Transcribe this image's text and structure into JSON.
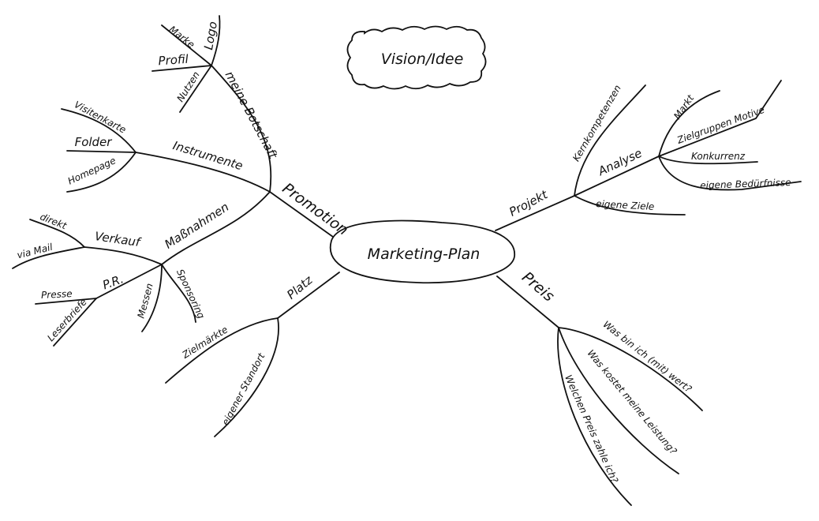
{
  "vision": "Vision/Idee",
  "center": "Marketing-Plan",
  "promotion": {
    "label": "Promotion",
    "botschaft": {
      "label": "meine Botschaft",
      "children": [
        "Marke",
        "Logo",
        "Profil",
        "Nutzen"
      ]
    },
    "instrumente": {
      "label": "Instrumente",
      "children": [
        "Visitenkarte",
        "Folder",
        "Homepage"
      ]
    },
    "massnahmen": {
      "label": "Maßnahmen",
      "verkauf": {
        "label": "Verkauf",
        "children": [
          "direkt",
          "via Mail"
        ]
      },
      "pr": {
        "label": "P.R.",
        "children": [
          "Presse",
          "Leserbriefe"
        ]
      },
      "messen": "Messen",
      "sponsoring": "Sponsoring"
    }
  },
  "platz": {
    "label": "Platz",
    "children": [
      "Zielmärkte",
      "eigener Standort"
    ]
  },
  "projekt": {
    "label": "Projekt",
    "kern": "Kernkompetenzen",
    "analyse": {
      "label": "Analyse",
      "children": [
        "Markt",
        "Zielgruppen Motive",
        "Konkurrenz",
        "eigene Bedürfnisse"
      ]
    },
    "ziele": "eigene Ziele"
  },
  "preis": {
    "label": "Preis",
    "children": [
      "Was bin ich (mit) wert?",
      "Was kostet meine Leistung?",
      "Welchen Preis zahle ich?"
    ]
  }
}
